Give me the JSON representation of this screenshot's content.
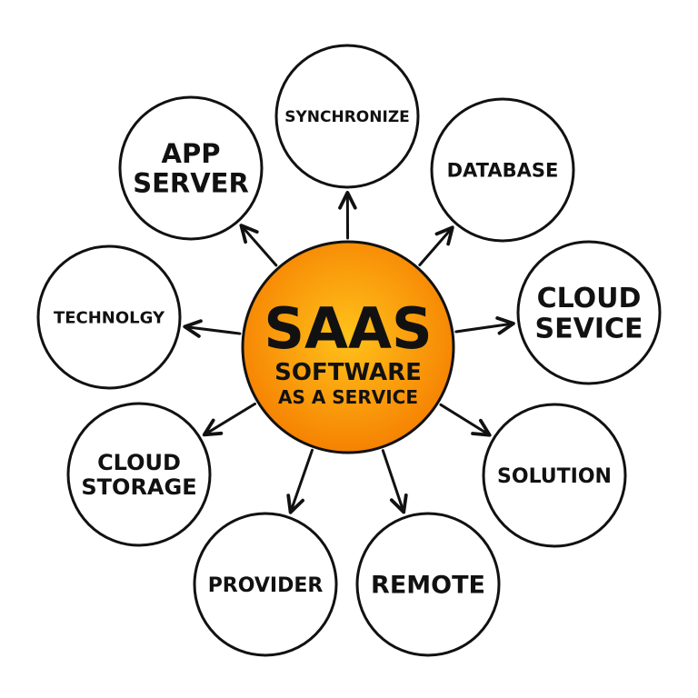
{
  "hub": {
    "title": "SAAS",
    "subtitle_line1": "SOFTWARE",
    "subtitle_line2": "AS A SERVICE"
  },
  "nodes": [
    {
      "id": "synchronize",
      "lines": [
        "SYNCHRONIZE"
      ]
    },
    {
      "id": "database",
      "lines": [
        "DATABASE"
      ]
    },
    {
      "id": "cloud-service",
      "lines": [
        "CLOUD",
        "SEVICE"
      ]
    },
    {
      "id": "solution",
      "lines": [
        "SOLUTION"
      ]
    },
    {
      "id": "remote",
      "lines": [
        "REMOTE"
      ]
    },
    {
      "id": "provider",
      "lines": [
        "PROVIDER"
      ]
    },
    {
      "id": "cloud-storage",
      "lines": [
        "CLOUD",
        "STORAGE"
      ]
    },
    {
      "id": "technology",
      "lines": [
        "TECHNOLGY"
      ]
    },
    {
      "id": "app-server",
      "lines": [
        "APP",
        "SERVER"
      ]
    }
  ],
  "colors": {
    "hub_fill_center": "#FFC21A",
    "hub_fill_edge": "#F57C00",
    "outline": "#111111",
    "background": "#FFFFFF"
  }
}
